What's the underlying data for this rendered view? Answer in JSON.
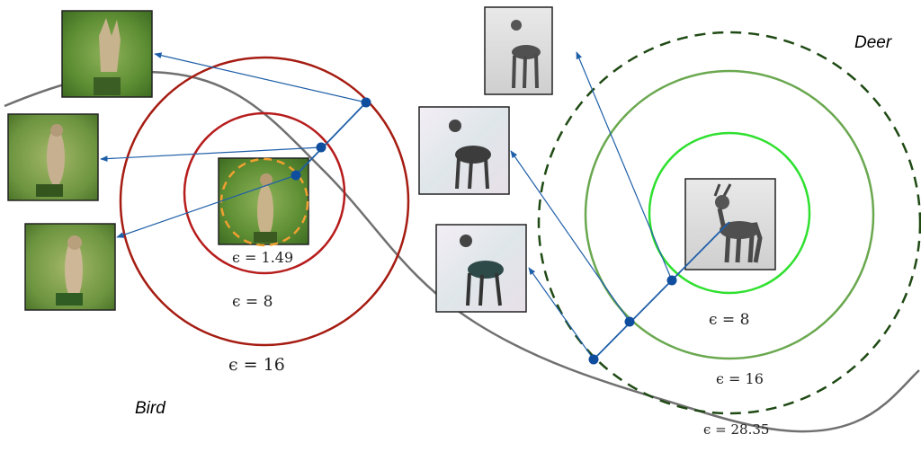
{
  "labels": {
    "bird_class": "Bird",
    "deer_class": "Deer"
  },
  "bird_radii": {
    "eps_small": "ϵ = 1.49",
    "eps_mid": "ϵ = 8",
    "eps_large": "ϵ = 16"
  },
  "deer_radii": {
    "eps_small": "ϵ = 8",
    "eps_mid": "ϵ = 16",
    "eps_large": "ϵ = 28.35"
  },
  "colors": {
    "bird_circle": "#a51c12",
    "bird_min_circle": "#f0a030",
    "deer_inner": "#2fe02f",
    "deer_mid": "#6aa84f",
    "deer_outer": "#1f4a14",
    "boundary": "#707070",
    "arrow": "#1f5fa8",
    "point": "#0f4e9e"
  }
}
